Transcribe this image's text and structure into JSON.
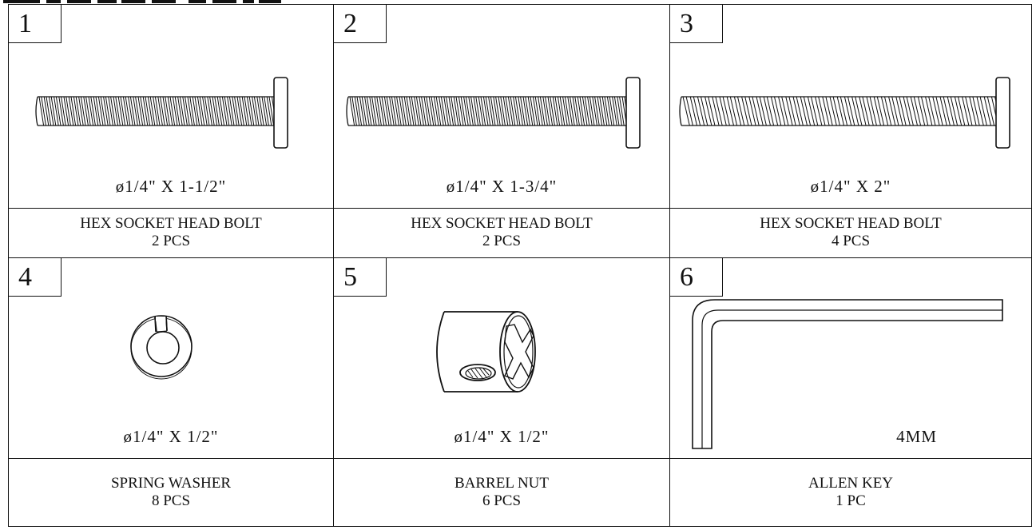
{
  "parts": [
    {
      "number": "1",
      "icon": "bolt-short-icon",
      "dimension": "ø1/4\" X 1-1/2\"",
      "name": "HEX SOCKET HEAD BOLT",
      "quantity": "2 PCS"
    },
    {
      "number": "2",
      "icon": "bolt-medium-icon",
      "dimension": "ø1/4\" X 1-3/4\"",
      "name": "HEX SOCKET HEAD BOLT",
      "quantity": "2 PCS"
    },
    {
      "number": "3",
      "icon": "bolt-long-icon",
      "dimension": "ø1/4\" X 2\"",
      "name": "HEX SOCKET HEAD BOLT",
      "quantity": "4 PCS"
    },
    {
      "number": "4",
      "icon": "spring-washer-icon",
      "dimension": "ø1/4\" X 1/2\"",
      "name": "SPRING WASHER",
      "quantity": "8 PCS"
    },
    {
      "number": "5",
      "icon": "barrel-nut-icon",
      "dimension": "ø1/4\" X 1/2\"",
      "name": "BARREL NUT",
      "quantity": "6 PCS"
    },
    {
      "number": "6",
      "icon": "allen-key-icon",
      "dimension": "4MM",
      "name": "ALLEN KEY",
      "quantity": "1 PC"
    }
  ],
  "colors": {
    "ink": "#111111",
    "paper": "#ffffff"
  }
}
